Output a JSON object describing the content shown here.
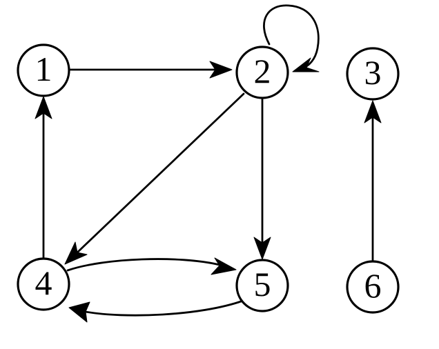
{
  "nodes": [
    {
      "id": "1",
      "label": "1"
    },
    {
      "id": "2",
      "label": "2"
    },
    {
      "id": "3",
      "label": "3"
    },
    {
      "id": "4",
      "label": "4"
    },
    {
      "id": "5",
      "label": "5"
    },
    {
      "id": "6",
      "label": "6"
    }
  ],
  "edges": [
    {
      "from": "1",
      "to": "2"
    },
    {
      "from": "2",
      "to": "2"
    },
    {
      "from": "2",
      "to": "4"
    },
    {
      "from": "2",
      "to": "5"
    },
    {
      "from": "4",
      "to": "1"
    },
    {
      "from": "4",
      "to": "5"
    },
    {
      "from": "5",
      "to": "4"
    },
    {
      "from": "6",
      "to": "3"
    }
  ],
  "colors": {
    "stroke": "#000000",
    "background": "#ffffff"
  }
}
